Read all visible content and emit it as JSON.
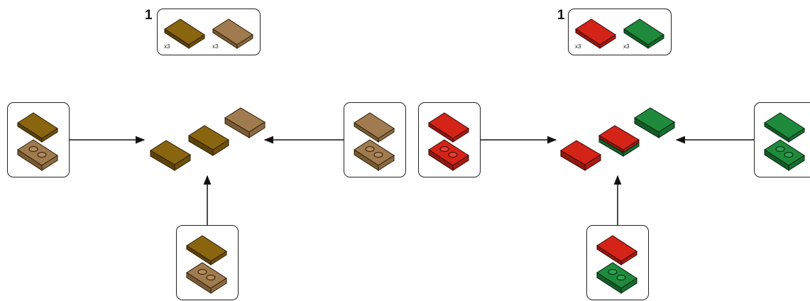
{
  "instructions": [
    {
      "id": "left",
      "step_number": "1",
      "part_colors": [
        "#8a6510",
        "#a07b4f"
      ],
      "quantities": [
        "x3",
        "x3"
      ],
      "colors": {
        "tile_a": "#8a6510",
        "tile_b": "#a07b4f",
        "plate_a": "#8a6510",
        "plate_b": "#a07b4f"
      }
    },
    {
      "id": "right",
      "step_number": "1",
      "part_colors": [
        "#d42418",
        "#1f8a3c"
      ],
      "quantities": [
        "x3",
        "x3"
      ],
      "colors": {
        "tile_a": "#d42418",
        "tile_b": "#1f8a3c",
        "plate_a": "#d42418",
        "plate_b": "#1f8a3c"
      }
    }
  ],
  "icons": [
    "flat-tile-icon",
    "plate-2x2-icon",
    "arrow-right-icon",
    "arrow-left-icon",
    "arrow-up-icon"
  ]
}
